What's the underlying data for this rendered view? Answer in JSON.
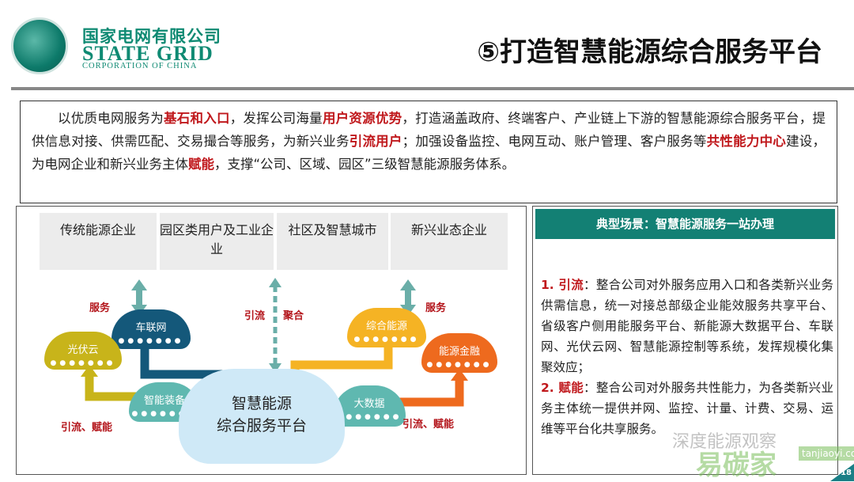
{
  "header": {
    "brand_cn": "国家电网有限公司",
    "brand_en": "STATE GRID",
    "brand_sub": "CORPORATION OF CHINA",
    "title": "⑤打造智慧能源综合服务平台"
  },
  "intro": {
    "segments": [
      {
        "t": "以优质电网服务为",
        "h": false
      },
      {
        "t": "基石和入口",
        "h": true
      },
      {
        "t": "，发挥公司海量",
        "h": false
      },
      {
        "t": "用户资源优势",
        "h": true
      },
      {
        "t": "，打造涵盖政府、终端客户、产业链上下游的智慧能源综合服务平台，提供信息对接、供需匹配、交易撮合等服务，为新兴业务",
        "h": false
      },
      {
        "t": "引流用户",
        "h": true
      },
      {
        "t": "；加强设备监控、电网互动、账户管理、客户服务等",
        "h": false
      },
      {
        "t": "共性能力中心",
        "h": true
      },
      {
        "t": "建设，为电网企业和新兴业务主体",
        "h": false
      },
      {
        "t": "赋能",
        "h": true
      },
      {
        "t": "，支撑“公司、区域、园区”三级智慧能源服务体系。",
        "h": false
      }
    ]
  },
  "diagram": {
    "categories": [
      "传统能源企业",
      "园区类用户及工业企业",
      "社区及智慧城市",
      "新兴业态企业"
    ],
    "clouds": {
      "cheliangwang": "车联网",
      "guangfuyun": "光伏云",
      "zhineng": "智能装备",
      "zonghe": "综合能源",
      "jinrong": "能源金融",
      "dashuju": "大数据"
    },
    "center": [
      "智慧能源",
      "综合服务平台"
    ],
    "labels": {
      "service_left": "服务",
      "service_right": "服务",
      "yinliu": "引流",
      "juhe": "聚合",
      "fuleft": "引流、赋能",
      "furight": "引流、赋能"
    },
    "dots": "●●●●●●●",
    "colors": {
      "teal": "#5fb8b0",
      "navy": "#14587a",
      "olive": "#c8b41a",
      "yellow": "#f5b324",
      "orange": "#ee6a1e",
      "center": "#cfe9f7"
    }
  },
  "panel": {
    "header": "典型场景：智慧能源服务一站办理",
    "item1_label": "1. 引流",
    "item1_text": "：整合公司对外服务应用入口和各类新兴业务供需信息，统一对接总部级企业能效服务共享平台、省级客户侧用能服务平台、新能源大数据平台、车联网、光伏云网、智慧能源控制等系统，发挥规模化集聚效应；",
    "item2_label": "2. 赋能",
    "item2_text": "：整合公司对外服务共性能力，为各类新兴业务主体统一提供并网、监控、计量、计费、交易、运维等平台化共享服务。"
  },
  "watermark": {
    "line1": "深度能源观察",
    "line2": "易碳家",
    "site": "tanjiaoyi.com"
  },
  "page_number": "18"
}
